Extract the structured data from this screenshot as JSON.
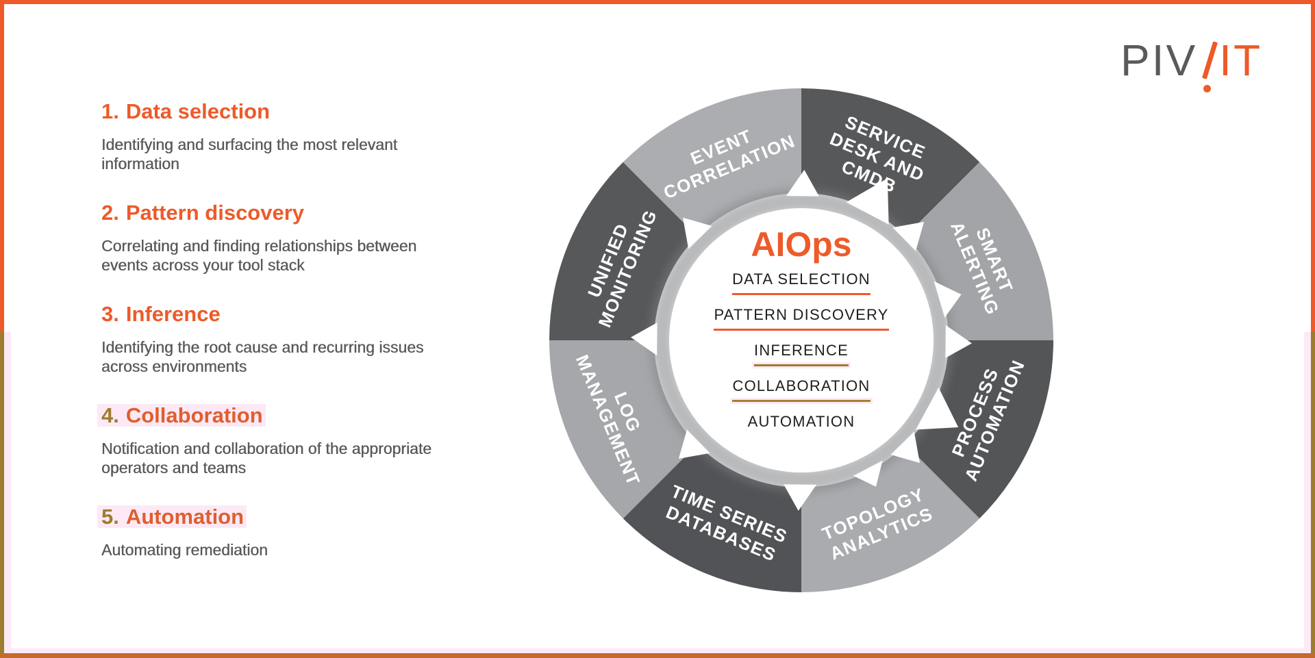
{
  "theme": {
    "orange": "#EE5A29",
    "olive": "#9C7D2D",
    "pink_soft": "#FDE9F5",
    "text_gray": "#58595B",
    "text_black": "#1E1E1E",
    "frame_bottom": "#C26B2C"
  },
  "logo": {
    "gray_text": "PIV",
    "orange_text": "IT"
  },
  "steps": {
    "items": [
      {
        "number": "1.",
        "title": "Data selection",
        "number_color": "#EE5A29",
        "title_color": "#EE5A29",
        "highlighted": false,
        "description_lines": [
          "Identifying and surfacing the most relevant",
          "information"
        ]
      },
      {
        "number": "2.",
        "title": "Pattern discovery",
        "number_color": "#EE5A29",
        "title_color": "#EE5A29",
        "highlighted": false,
        "description_lines": [
          "Correlating and finding relationships between",
          "events across your tool stack"
        ]
      },
      {
        "number": "3.",
        "title": "Inference",
        "number_color": "#EE5A29",
        "title_color": "#EE5A29",
        "highlighted": false,
        "description_lines": [
          "Identifying the root cause and recurring issues",
          "across environments"
        ]
      },
      {
        "number": "4.",
        "title": "Collaboration",
        "number_color": "#9C7D2D",
        "title_color": "#DE5F2E",
        "highlighted": true,
        "description_lines": [
          "Notification and collaboration of the appropriate",
          "operators and teams"
        ]
      },
      {
        "number": "5.",
        "title": "Automation",
        "number_color": "#9C7D2D",
        "title_color": "#DE5F2E",
        "highlighted": true,
        "description_lines": [
          "Automating remediation"
        ]
      }
    ]
  },
  "wheel": {
    "center_title": "AIOps",
    "center_items": [
      {
        "label": "DATA SELECTION",
        "underline_color": "#EE5A29",
        "glow": false
      },
      {
        "label": "PATTERN DISCOVERY",
        "underline_color": "#F0582B",
        "glow": false
      },
      {
        "label": "INFERENCE",
        "underline_color": "#9C7D2D",
        "glow": true
      },
      {
        "label": "COLLABORATION",
        "underline_color": "#A4802F",
        "glow": true
      },
      {
        "label": "AUTOMATION",
        "underline_color": null,
        "glow": false
      }
    ],
    "segments": [
      {
        "label_lines": [
          "SERVICE",
          "DESK AND",
          "CMDB"
        ],
        "color": "#57585A",
        "shade": "dark"
      },
      {
        "label_lines": [
          "SMART",
          "ALERTING"
        ],
        "color": "#A2A4A7",
        "shade": "light"
      },
      {
        "label_lines": [
          "PROCESS",
          "AUTOMATION"
        ],
        "color": "#545557",
        "shade": "dark"
      },
      {
        "label_lines": [
          "TOPOLOGY",
          "ANALYTICS"
        ],
        "color": "#A9ABAE",
        "shade": "light"
      },
      {
        "label_lines": [
          "TIME SERIES",
          "DATABASES"
        ],
        "color": "#525356",
        "shade": "dark"
      },
      {
        "label_lines": [
          "LOG",
          "MANAGEMENT"
        ],
        "color": "#A5A7AA",
        "shade": "light"
      },
      {
        "label_lines": [
          "UNIFIED",
          "MONITORING"
        ],
        "color": "#57585A",
        "shade": "dark"
      },
      {
        "label_lines": [
          "EVENT",
          "CORRELATION"
        ],
        "color": "#ABADB0",
        "shade": "light"
      }
    ]
  }
}
